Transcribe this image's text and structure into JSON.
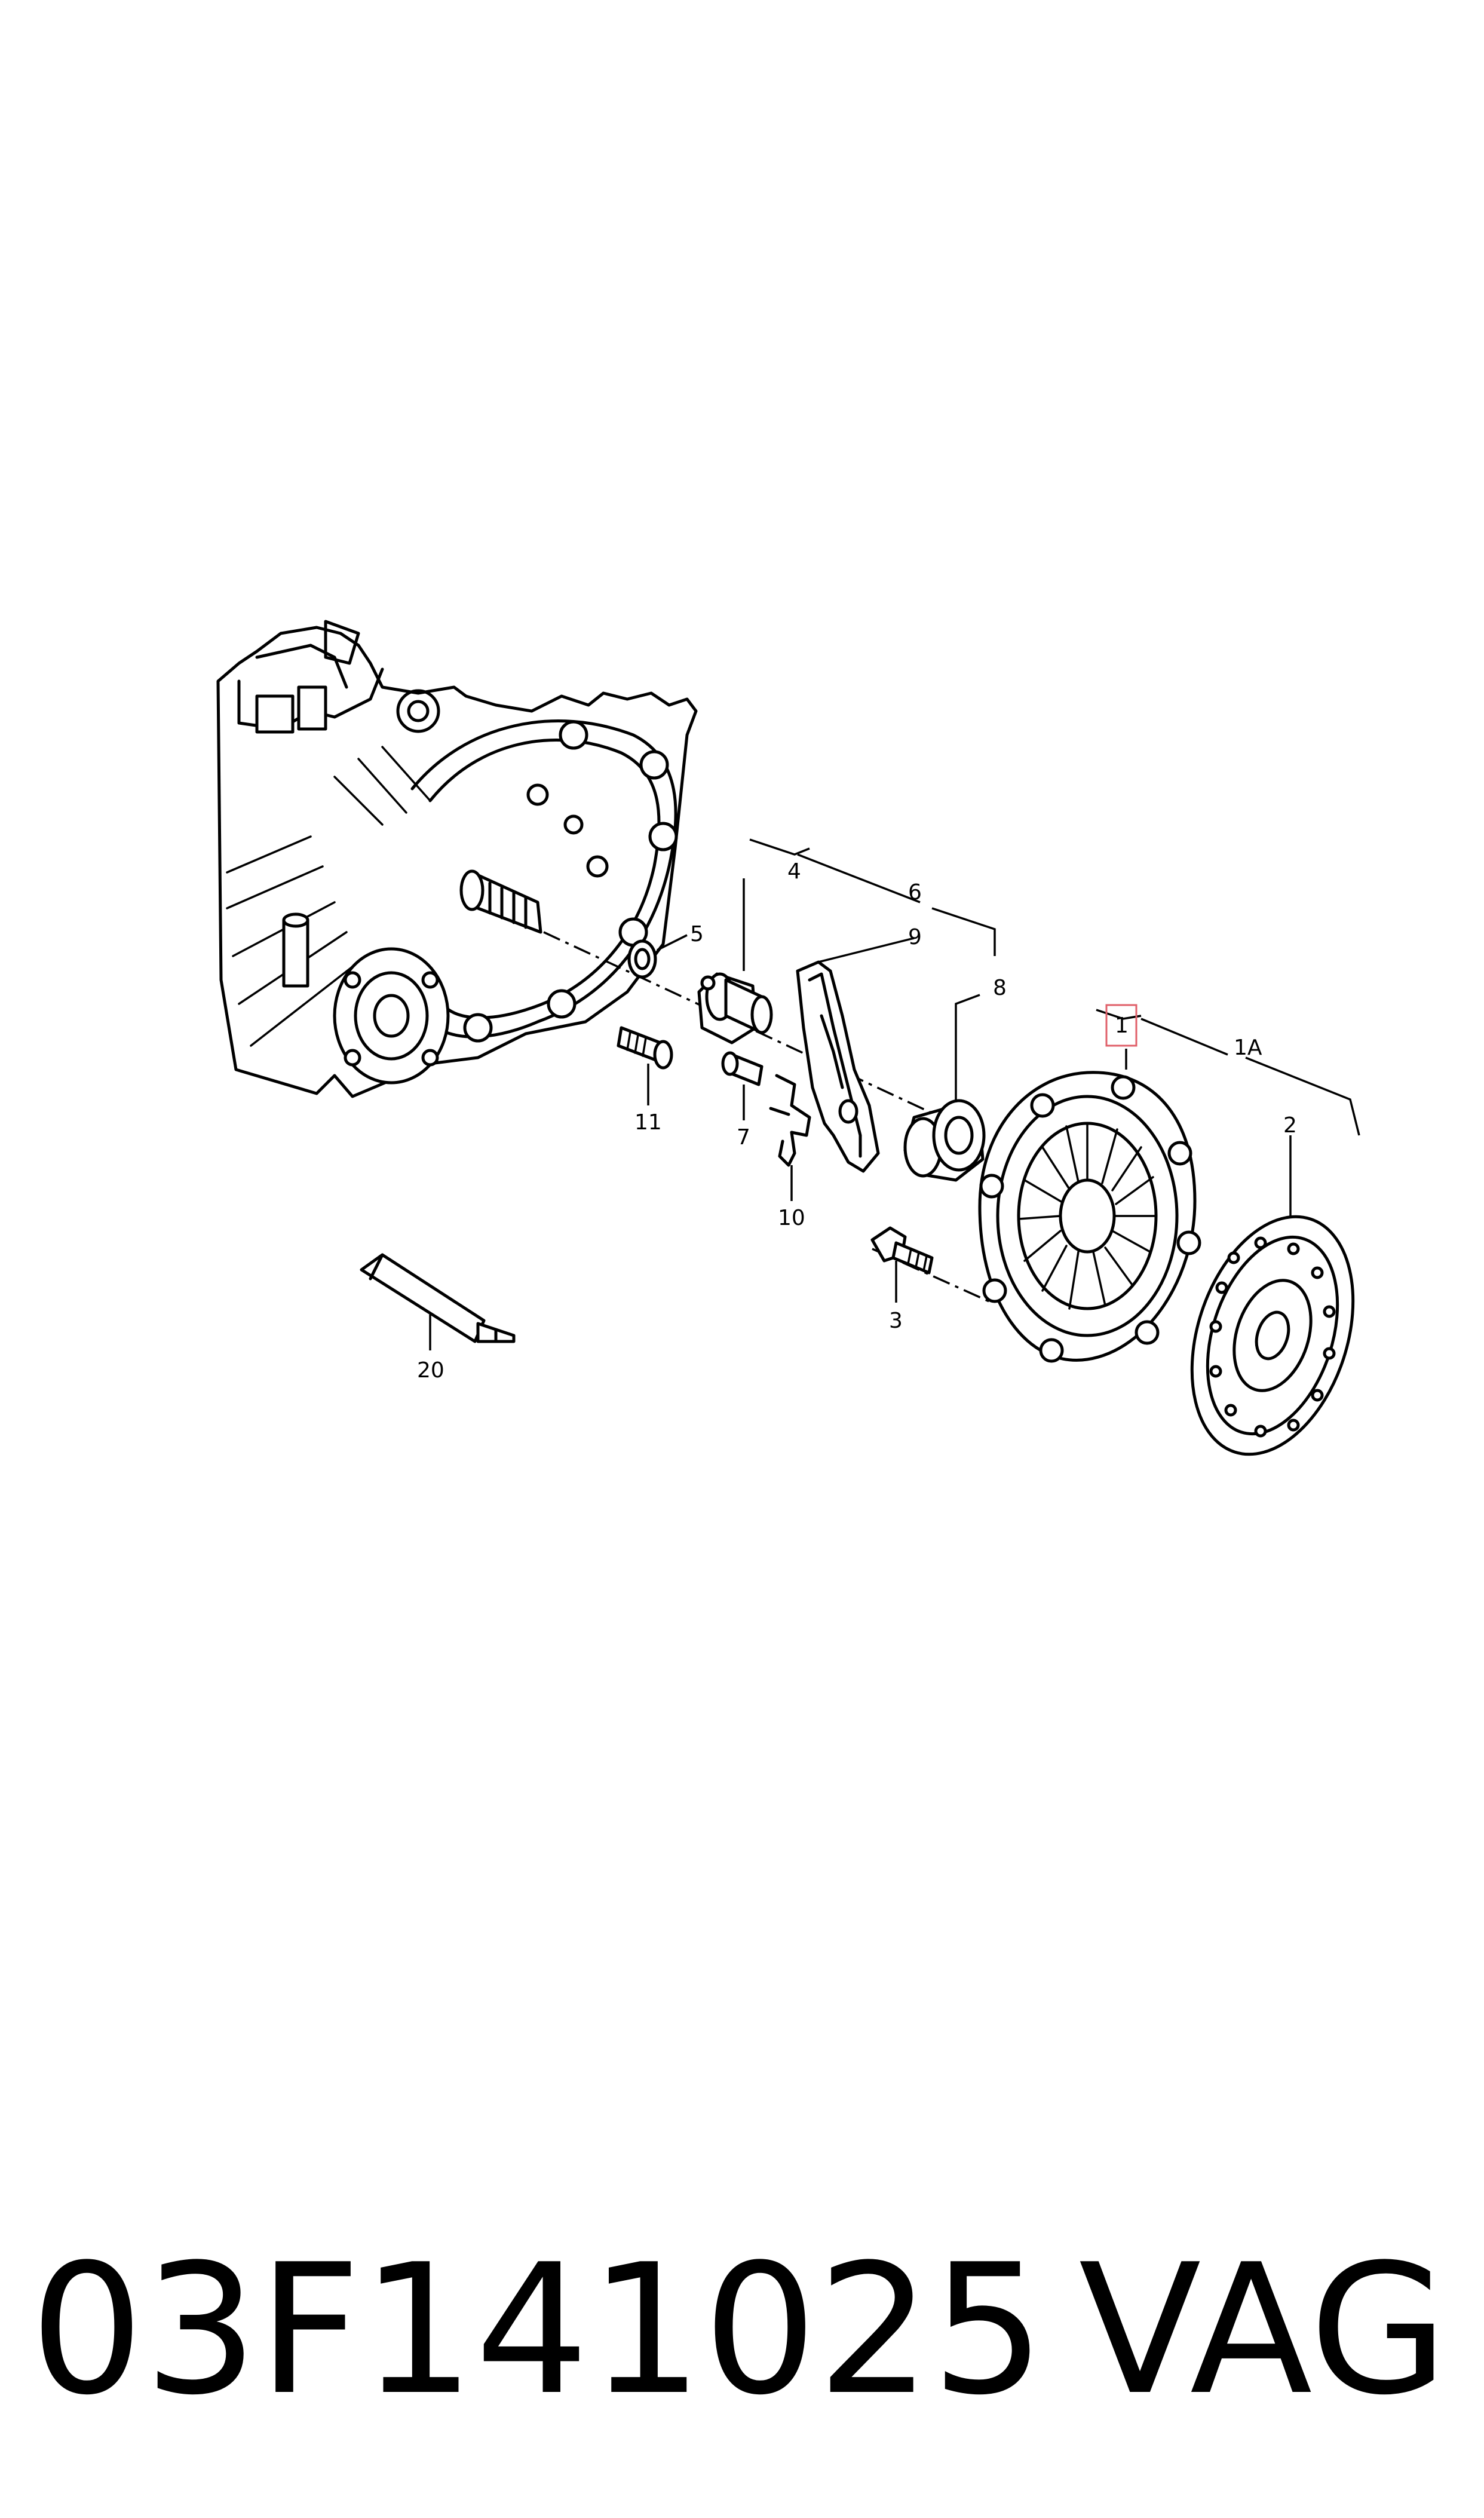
{
  "callouts": {
    "c1": "1",
    "c1A": "1A",
    "c2": "2",
    "c3": "3",
    "c4": "4",
    "c5": "5",
    "c6": "6",
    "c7": "7",
    "c8": "8",
    "c9": "9",
    "c10": "10",
    "c11": "11",
    "c20": "20"
  },
  "highlight_color": "#e0606a",
  "footer": {
    "part_number": "03F141025",
    "brand": "VAG"
  }
}
